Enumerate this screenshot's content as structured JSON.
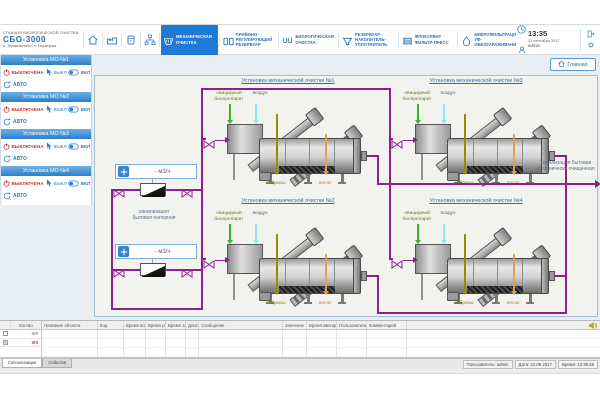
{
  "header": {
    "station_line1": "СТАНЦИЯ БИОЛОГИЧЕСКОЙ ОЧИСТКИ",
    "station_name": "СБО-3000",
    "station_line2": "п. Термальный и п. Паратунка",
    "nav_tabs": [
      {
        "label": "МЕХАНИЧЕСКАЯ\nОЧИСТКА",
        "icon": "mechanical",
        "active": true
      },
      {
        "label": "ПРИЁМНО-\nРЕГУЛИРУЮЩИЙ\nРЕЗЕРВУАР",
        "icon": "reservoir",
        "active": false
      },
      {
        "label": "БИОЛОГИЧЕСКАЯ\nОЧИСТКА",
        "icon": "bio",
        "active": false
      },
      {
        "label": "РЕЗЕРВУАР-\nНАКОПИТЕЛЬ-\nУПЛОТНИТЕЛЬ",
        "icon": "thickener",
        "active": false
      },
      {
        "label": "ФЛОКУЛЯНТ\nФИЛЬТР-ПРЕСС",
        "icon": "press",
        "active": false
      },
      {
        "label": "МИКРОФИЛЬТРАЦИЯ\nУФ-ОБЕЗЗАРАЖИВАНИЕ",
        "icon": "uv",
        "active": false
      }
    ],
    "time": "13:35",
    "date": "22 сентября 2017",
    "user": "admin"
  },
  "toolbar": {
    "home_button": "Главная"
  },
  "sidebar": {
    "units": [
      {
        "title": "Установка МО №1",
        "status": "ВЫКЛЮЧЕНА",
        "off_label": "ВЫКЛ",
        "on_label": "ВКЛ",
        "auto_label": "АВТО"
      },
      {
        "title": "Установка МО №2",
        "status": "ВЫКЛЮЧЕНА",
        "off_label": "ВЫКЛ",
        "on_label": "ВКЛ",
        "auto_label": "АВТО"
      },
      {
        "title": "Установка МО №3",
        "status": "ВЫКЛЮЧЕНА",
        "off_label": "ВЫКЛ",
        "on_label": "ВКЛ",
        "auto_label": "АВТО"
      },
      {
        "title": "Установка МО №4",
        "status": "ВЫКЛЮЧЕНА",
        "off_label": "ВЫКЛ",
        "on_label": "ВКЛ",
        "auto_label": "АВТО"
      }
    ]
  },
  "process": {
    "unit_titles": [
      "Установка механической очистки №1",
      "Установка механической очистки №2",
      "Установка механической очистки №3",
      "Установка механической очистки №4"
    ],
    "labels": {
      "biopreparation": "овицидный биопрепарат",
      "air": "воздух",
      "screenings": "отбросы",
      "sand": "песок",
      "flow_value": "- м3/ч",
      "inflow": "канализация бытовая напорная",
      "outflow": "канализация бытовая механически очищенная"
    }
  },
  "alarm_table": {
    "count_header": "Кол-во",
    "counts": [
      "0/0",
      "0/0"
    ],
    "columns": [
      "Название объекта",
      "Код",
      "Время возникн...",
      "Время реакци...",
      "Время заверш...",
      "Длит...",
      "Сообщение",
      "Значение",
      "Время квитир...",
      "Пользователь",
      "Комментарий"
    ],
    "tabs": [
      "Сигнализация",
      "События"
    ]
  },
  "statusbar": {
    "user": "Пользователь: admin",
    "date": "Дата: 22.09.2017",
    "time": "Время: 13:35:46"
  },
  "colors": {
    "accent": "#1e7ad4",
    "pipe": "#8e1f8b",
    "alarm": "#d23430"
  }
}
